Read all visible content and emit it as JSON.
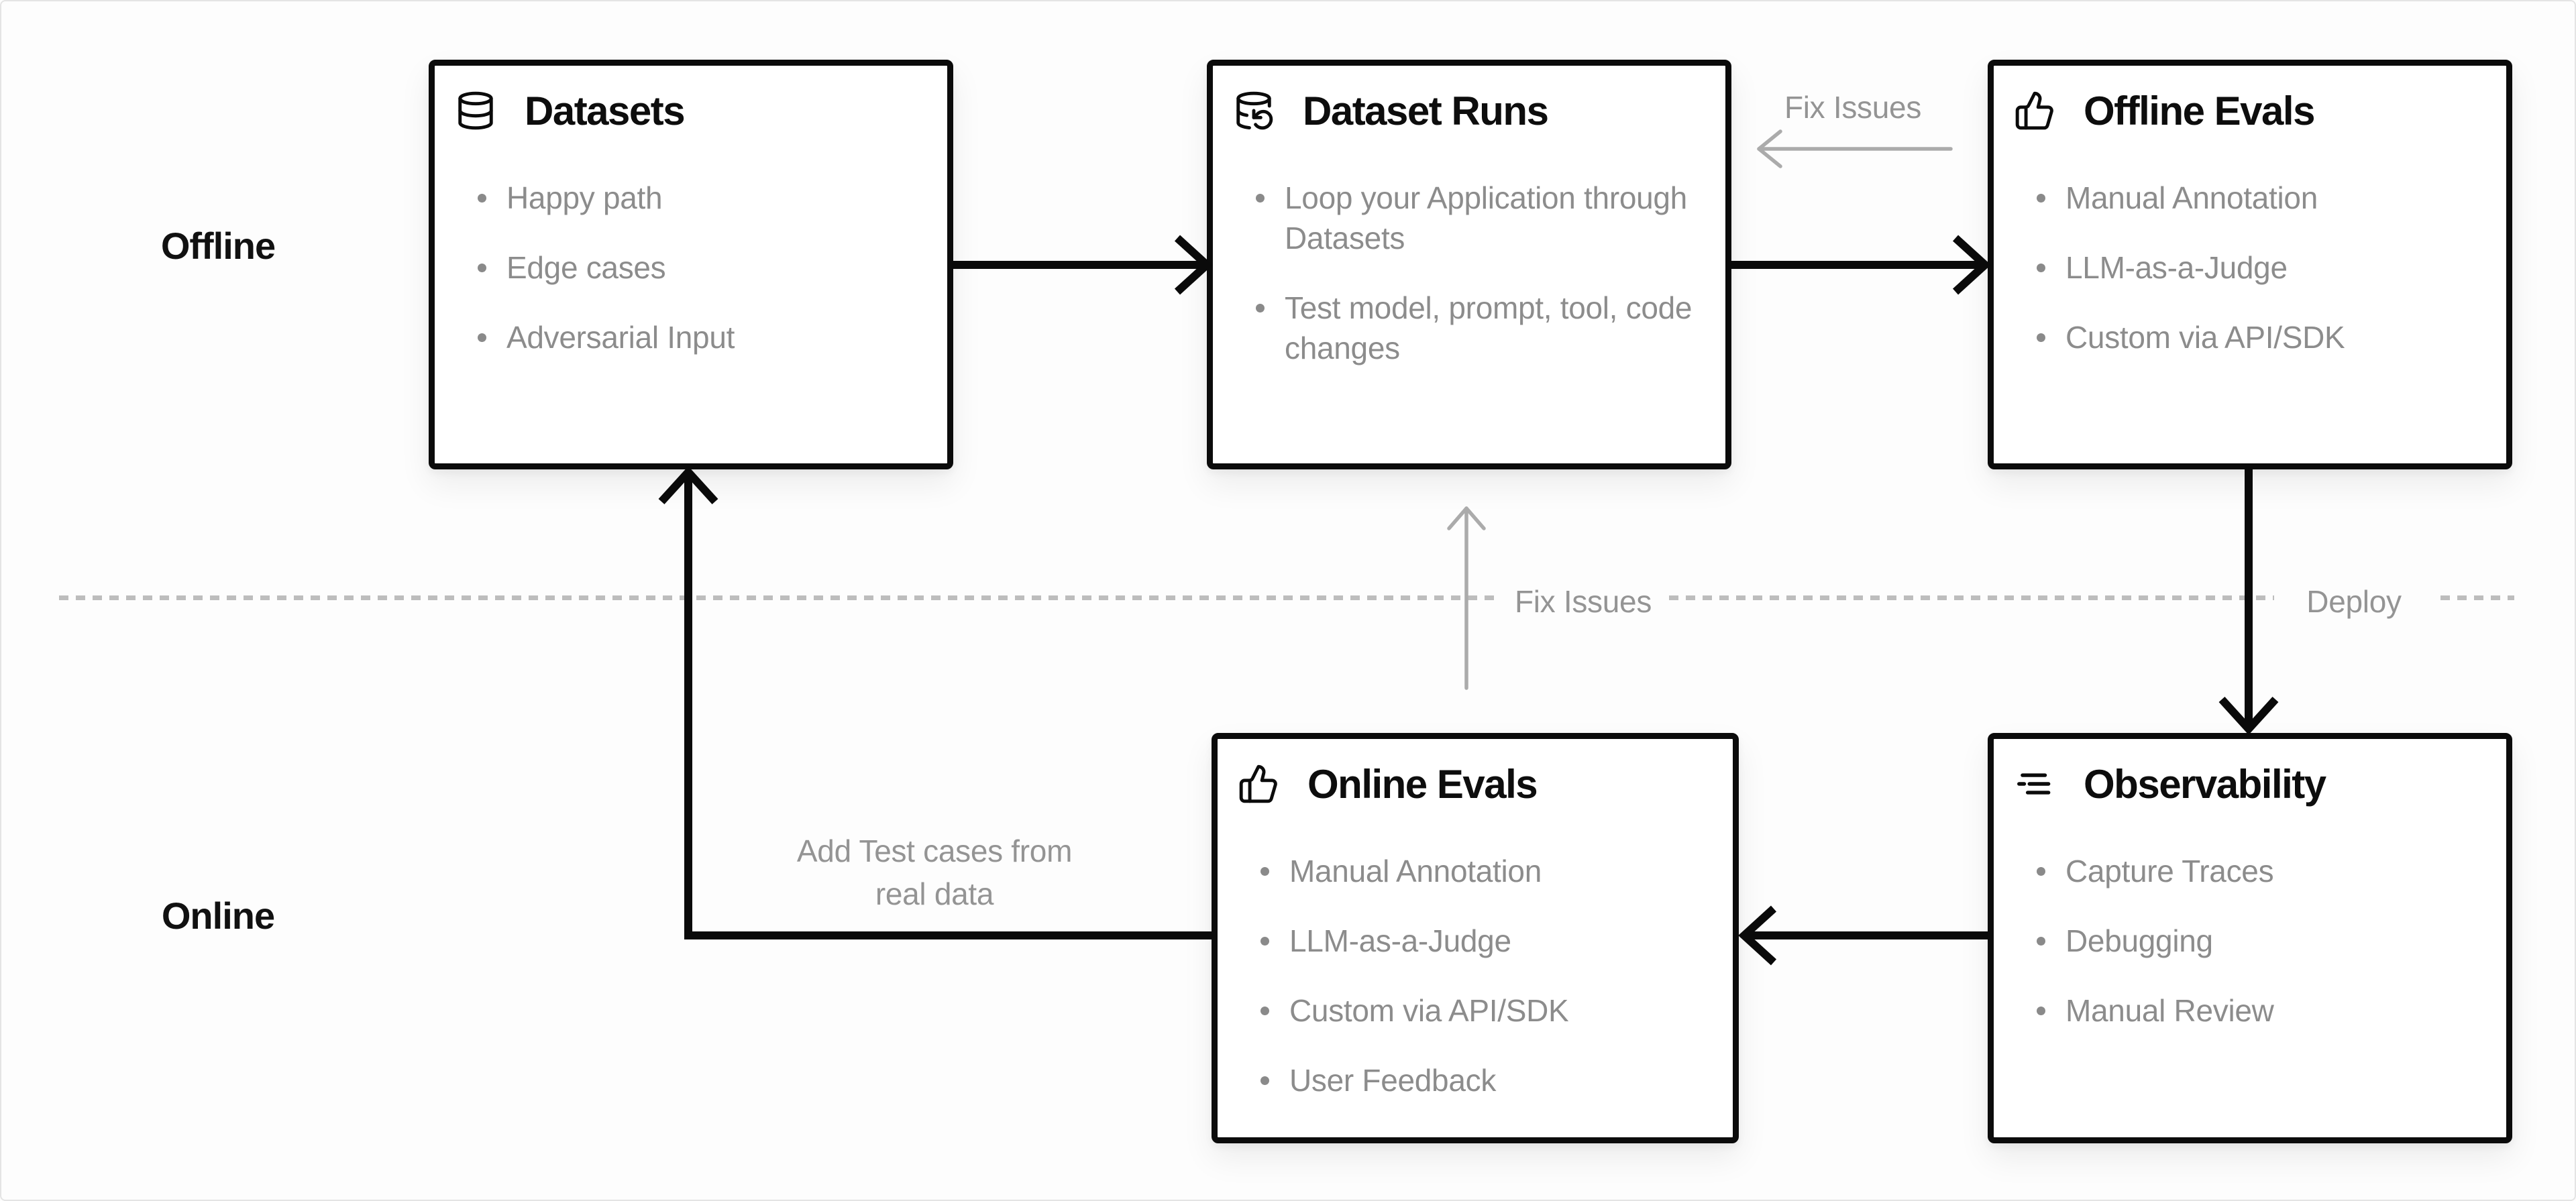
{
  "lanes": {
    "offline": "Offline",
    "online": "Online"
  },
  "boxes": {
    "datasets": {
      "title": "Datasets",
      "icon": "database-icon",
      "items": [
        "Happy path",
        "Edge cases",
        "Adversarial Input"
      ]
    },
    "dataset_runs": {
      "title": "Dataset Runs",
      "icon": "database-refresh-icon",
      "items": [
        "Loop your Application through Datasets",
        "Test model, prompt, tool, code changes"
      ]
    },
    "offline_evals": {
      "title": "Offline Evals",
      "icon": "thumbs-up-icon",
      "items": [
        "Manual Annotation",
        "LLM-as-a-Judge",
        "Custom via API/SDK"
      ]
    },
    "online_evals": {
      "title": "Online Evals",
      "icon": "thumbs-up-icon",
      "items": [
        "Manual Annotation",
        "LLM-as-a-Judge",
        "Custom via API/SDK",
        "User Feedback"
      ]
    },
    "observability": {
      "title": "Observability",
      "icon": "trace-list-icon",
      "items": [
        "Capture Traces",
        "Debugging",
        "Manual Review"
      ]
    }
  },
  "annotations": {
    "fix_issues_top": "Fix Issues",
    "fix_issues_middle": "Fix Issues",
    "deploy": "Deploy",
    "add_test_cases": "Add Test cases from real data"
  },
  "colors": {
    "card_border": "#0b0b0b",
    "arrow_black": "#0a0a0a",
    "arrow_gray": "#ababab",
    "bullet_gray": "#8c8c8c",
    "annotation_gray": "#949494",
    "divider_gray": "#bdbdbd",
    "title_black": "#0d0d0d",
    "background": "#fdfdfd"
  }
}
